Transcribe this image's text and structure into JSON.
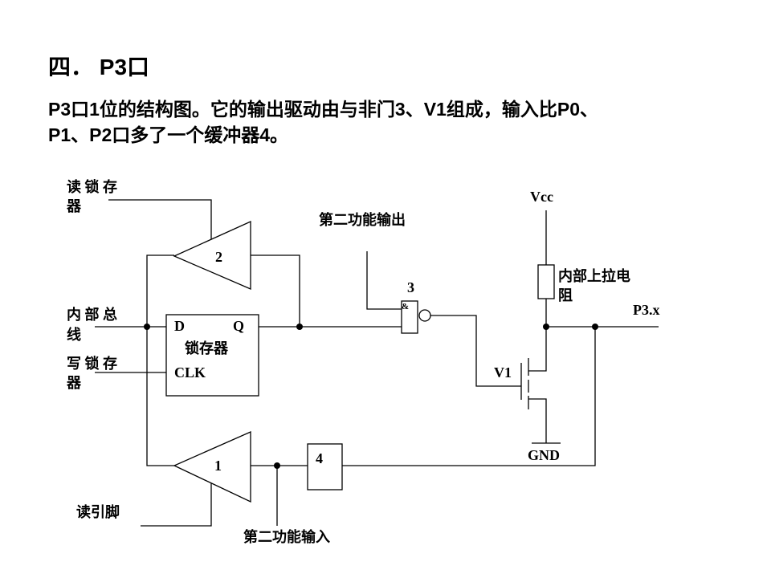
{
  "slide": {
    "heading": "四．  P3口",
    "paragraph": [
      "P3口1位的结构图。它的输出驱动由与非门3、V1组成，输入比P0、",
      "P1、P2口多了一个缓冲器4。"
    ]
  },
  "diagram": {
    "labels": {
      "read_latch": [
        "读 锁 存",
        "器"
      ],
      "internal_bus": [
        "内 部 总",
        "线"
      ],
      "write_latch": [
        "写 锁 存",
        "器"
      ],
      "read_pin": "读引脚",
      "alt_output": "第二功能输出",
      "alt_input": "第二功能输入",
      "vcc": "Vcc",
      "gnd": "GND",
      "pin": "P3.x",
      "pullup": [
        "内部上拉电",
        "阻"
      ],
      "v1": "V1",
      "buffer2": "2",
      "buffer1": "1",
      "buffer4": "4",
      "nand_number": "3",
      "nand_symbol": "&",
      "latch_d": "D",
      "latch_q": "Q",
      "latch_name": "锁存器",
      "latch_clk": "CLK"
    }
  }
}
